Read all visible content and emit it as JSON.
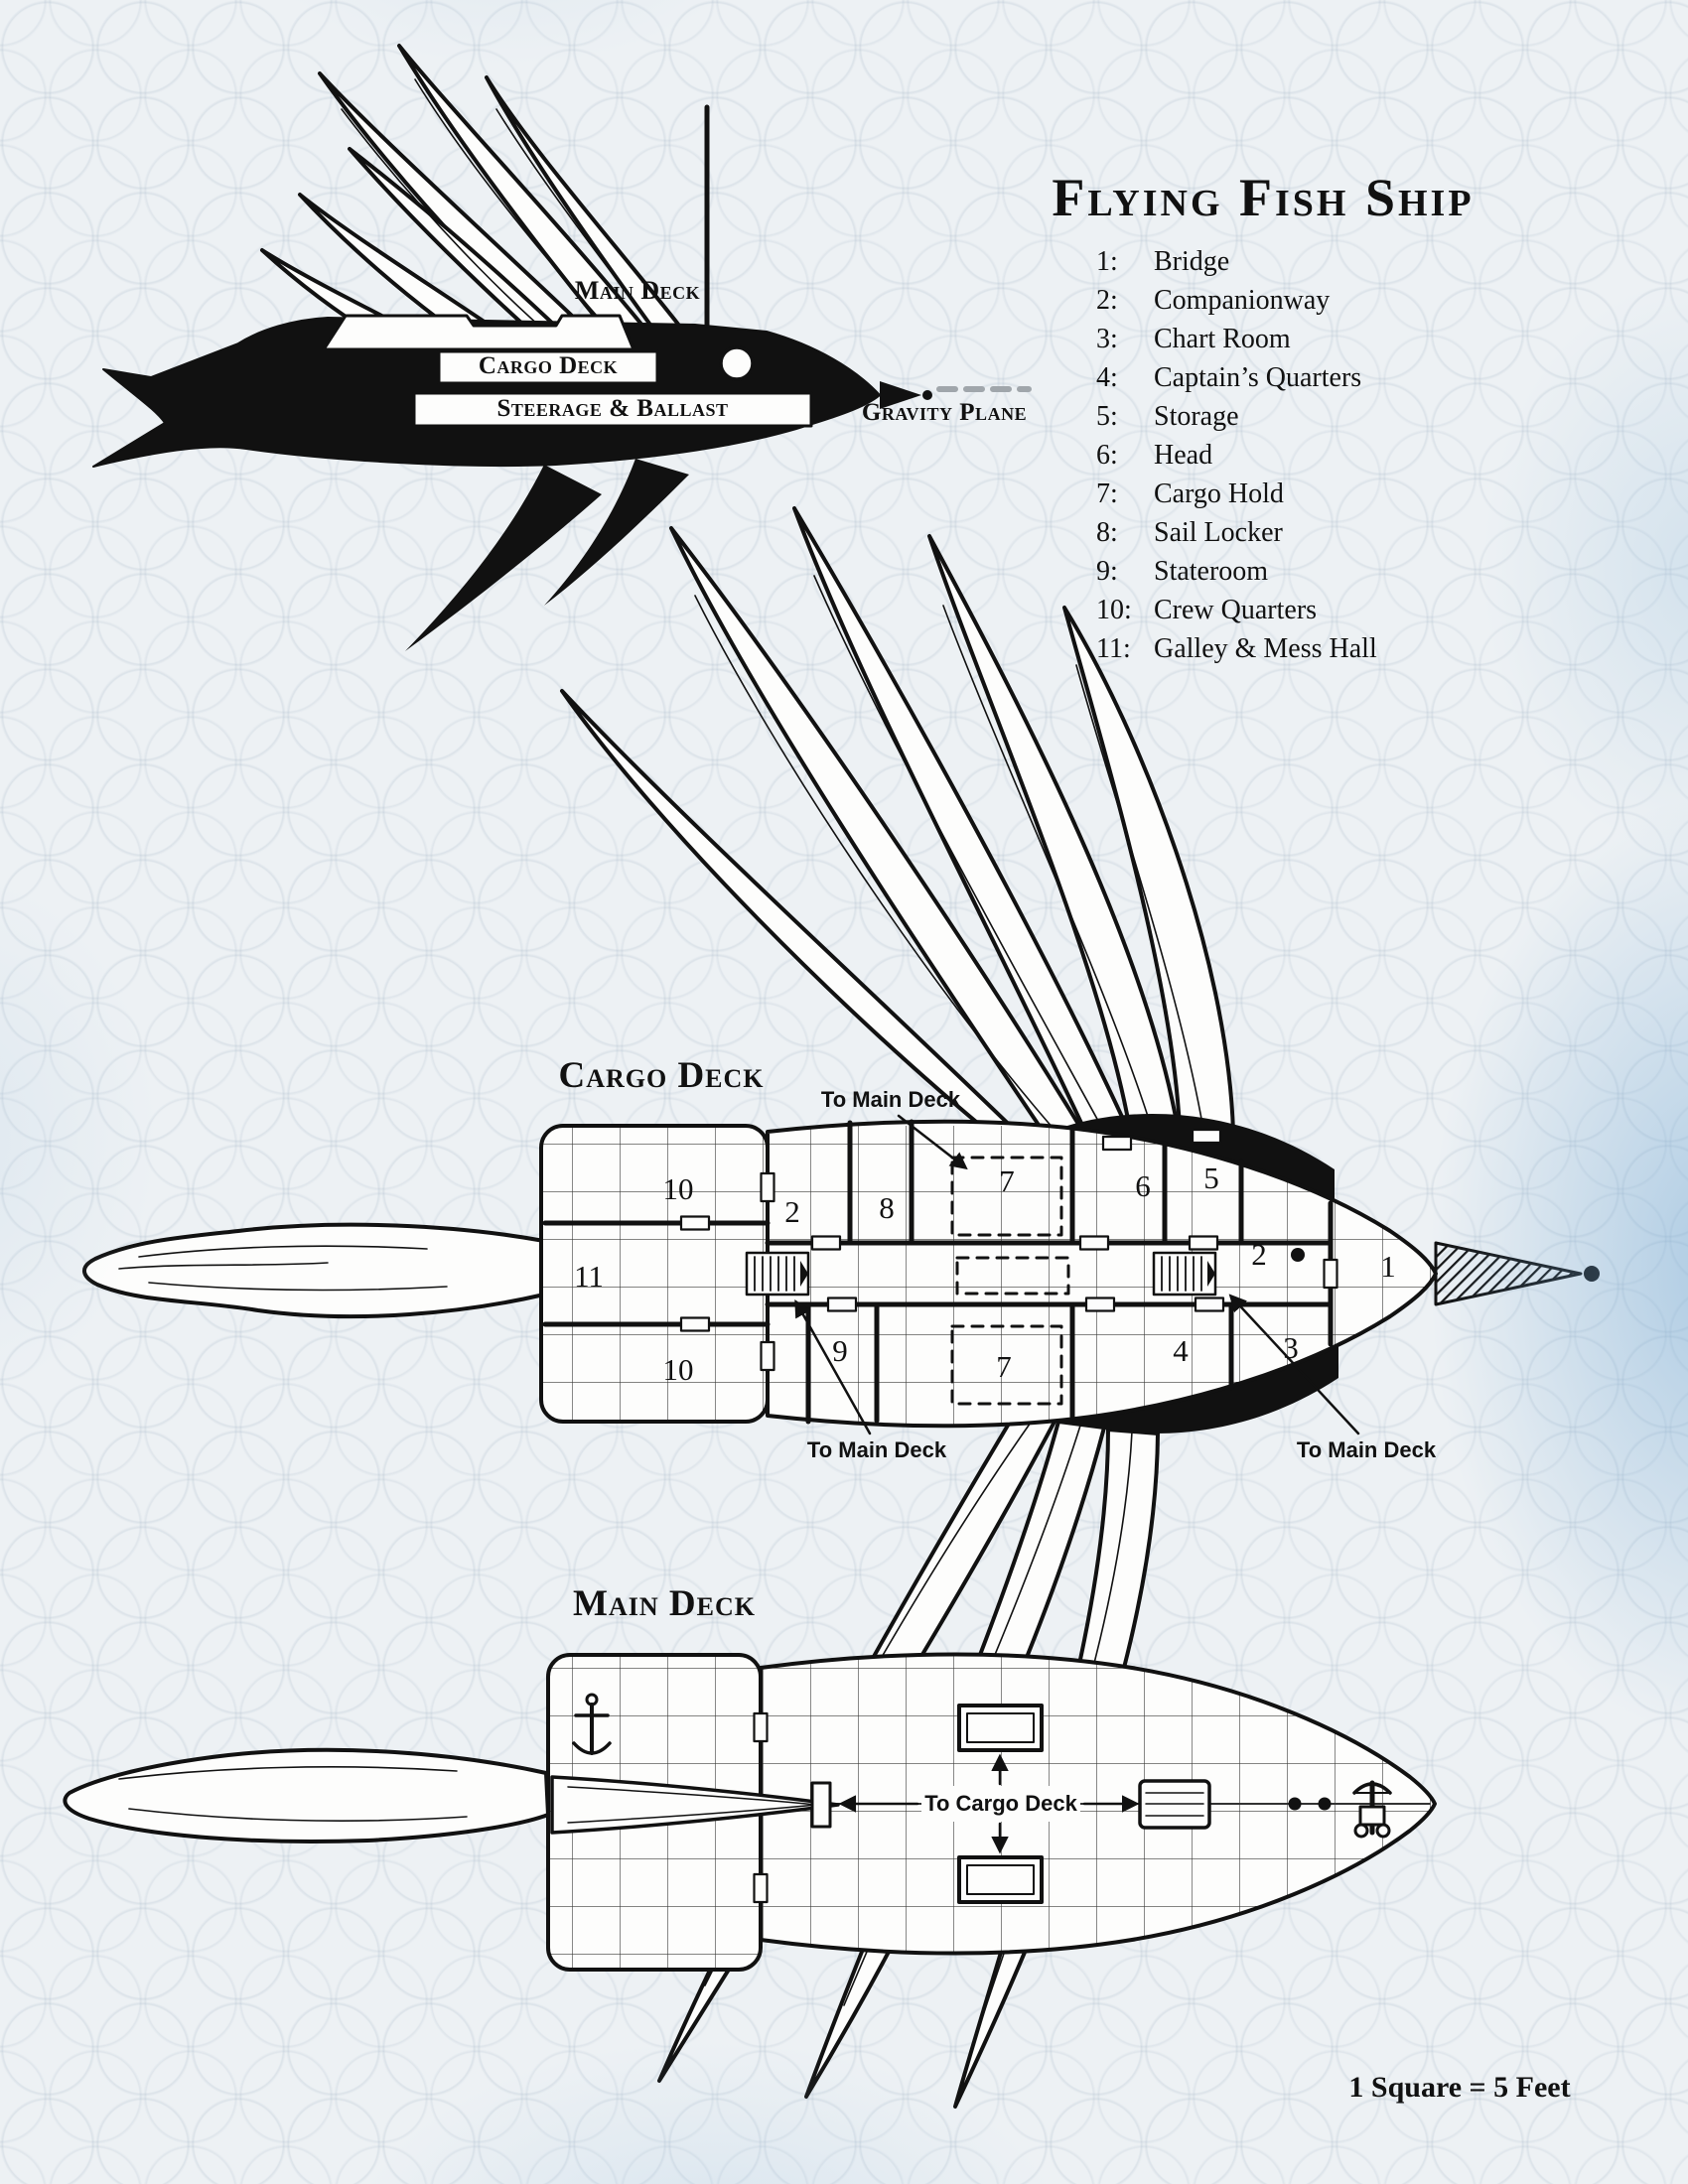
{
  "page": {
    "title": "Flying Fish Ship",
    "scale_note": "1 Square = 5 Feet"
  },
  "legend": {
    "items": [
      {
        "num": "1:",
        "label": "Bridge"
      },
      {
        "num": "2:",
        "label": "Companionway"
      },
      {
        "num": "3:",
        "label": "Chart Room"
      },
      {
        "num": "4:",
        "label": "Captain’s Quarters"
      },
      {
        "num": "5:",
        "label": "Storage"
      },
      {
        "num": "6:",
        "label": "Head"
      },
      {
        "num": "7:",
        "label": "Cargo Hold"
      },
      {
        "num": "8:",
        "label": "Sail Locker"
      },
      {
        "num": "9:",
        "label": "Stateroom"
      },
      {
        "num": "10:",
        "label": "Crew Quarters"
      },
      {
        "num": "11:",
        "label": "Galley & Mess Hall"
      }
    ]
  },
  "side_view": {
    "main_deck": "Main Deck",
    "cargo_deck": "Cargo Deck",
    "steerage": "Steerage & Ballast",
    "gravity_plane": "Gravity Plane"
  },
  "cargo_deck": {
    "heading": "Cargo Deck",
    "to_main_deck_top": "To Main Deck",
    "to_main_deck_bottom_left": "To Main Deck",
    "to_main_deck_bottom_right": "To Main Deck",
    "rooms": [
      {
        "num": "10"
      },
      {
        "num": "2"
      },
      {
        "num": "8"
      },
      {
        "num": "7"
      },
      {
        "num": "6"
      },
      {
        "num": "5"
      },
      {
        "num": "11"
      },
      {
        "num": "2"
      },
      {
        "num": "1"
      },
      {
        "num": "10"
      },
      {
        "num": "9"
      },
      {
        "num": "7"
      },
      {
        "num": "4"
      },
      {
        "num": "3"
      }
    ]
  },
  "main_deck": {
    "heading": "Main Deck",
    "to_cargo_deck": "To Cargo Deck"
  },
  "colors": {
    "ink": "#111111",
    "paper": "#edf1f4",
    "gravity_dash": "#a0a6ab"
  }
}
